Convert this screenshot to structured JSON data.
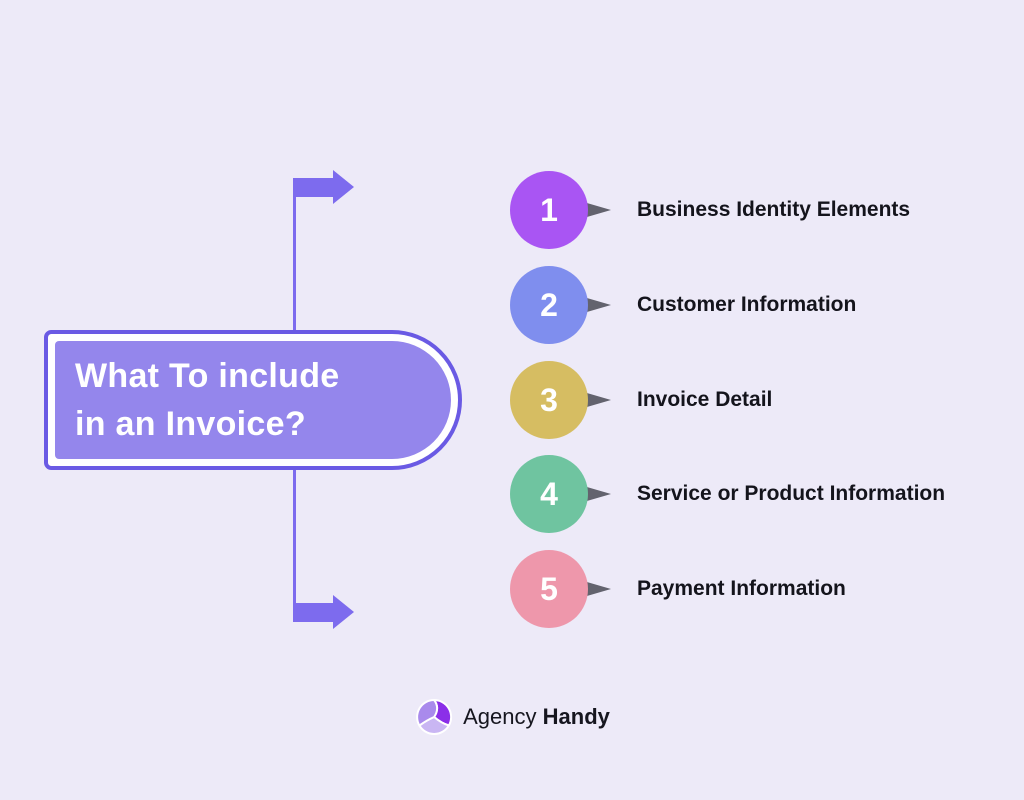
{
  "page": {
    "background": "#edeaf8"
  },
  "title": {
    "line1": "What To include",
    "line2": "in an Invoice?",
    "fill_color": "#9486ec",
    "border_color": "#6a5ae4",
    "text_color": "#ffffff"
  },
  "connector": {
    "color": "#7d6bee"
  },
  "pointer": {
    "color": "#63636e"
  },
  "items": [
    {
      "number": "1",
      "label": "Business Identity Elements",
      "color": "#a955f3"
    },
    {
      "number": "2",
      "label": "Customer Information",
      "color": "#7f8eee"
    },
    {
      "number": "3",
      "label": "Invoice Detail",
      "color": "#d6bd62"
    },
    {
      "number": "4",
      "label": "Service or Product Information",
      "color": "#6fc4a0"
    },
    {
      "number": "5",
      "label": "Payment Information",
      "color": "#ee97ab"
    }
  ],
  "footer": {
    "brand_first": "Agency",
    "brand_second": "Handy",
    "logo_colors": {
      "vivid": "#8b2fe8",
      "medium": "#a98aec",
      "light": "#c9b6f3"
    }
  }
}
